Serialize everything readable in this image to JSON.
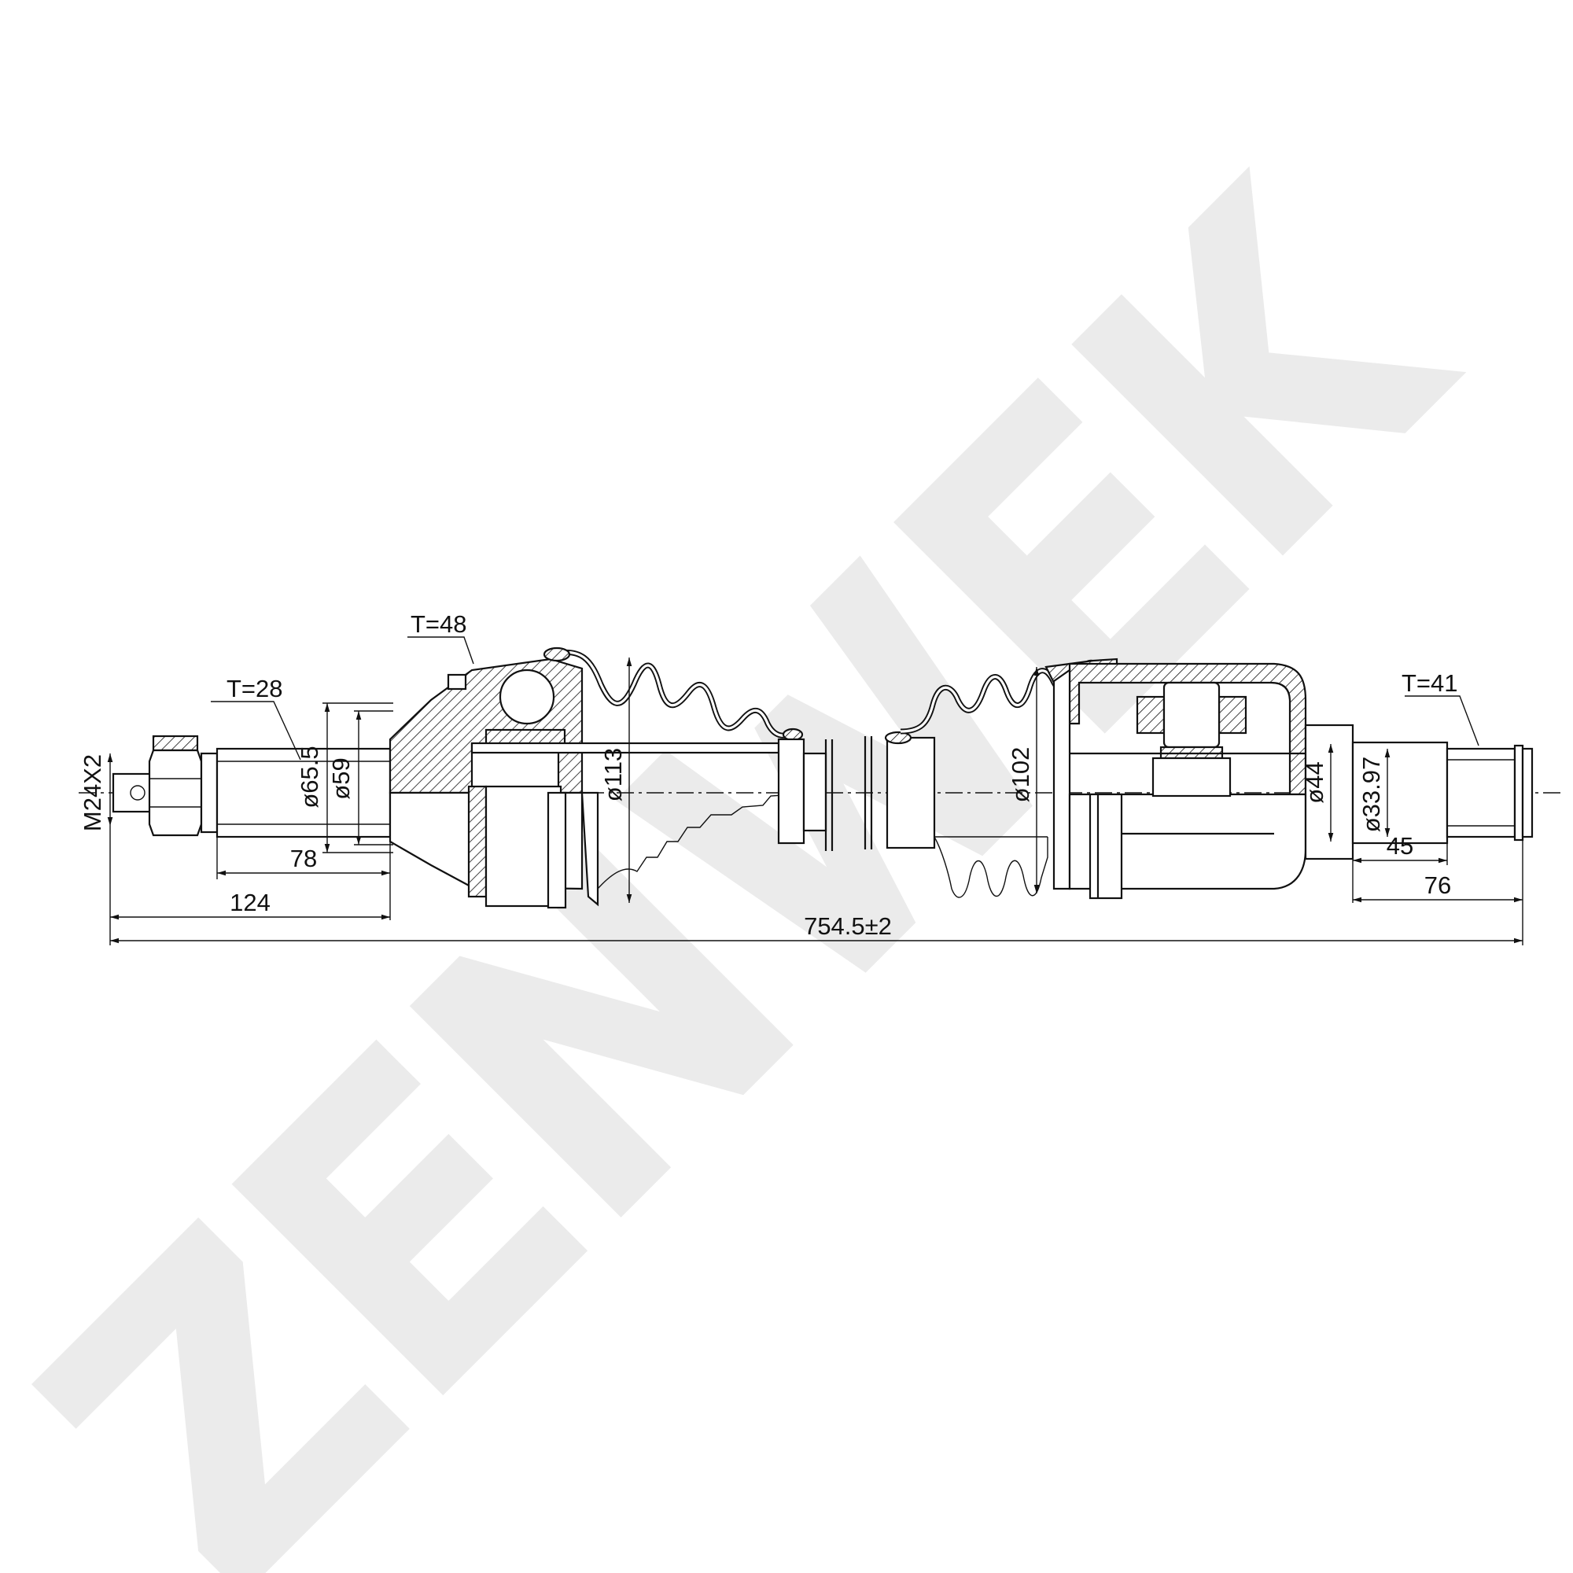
{
  "watermark": {
    "text": "ZENWEK",
    "color": "#ebebeb"
  },
  "dimensions": {
    "thread": "M24X2",
    "outer_spline_teeth": "T=28",
    "outer_cv_abs_teeth": "T=48",
    "inner_spline_teeth": "T=41",
    "dia_outer_seat": "ø65.5",
    "dia_outer_stub": "ø59",
    "dia_outer_boot": "ø113",
    "dia_inner_boot": "ø102",
    "dia_inner_housing": "ø44",
    "dia_inner_spline": "ø33.97",
    "len_outer_stub": "78",
    "len_outer_total": "124",
    "len_inner_spline": "45",
    "len_inner_stub": "76",
    "len_overall": "754.5±2"
  }
}
